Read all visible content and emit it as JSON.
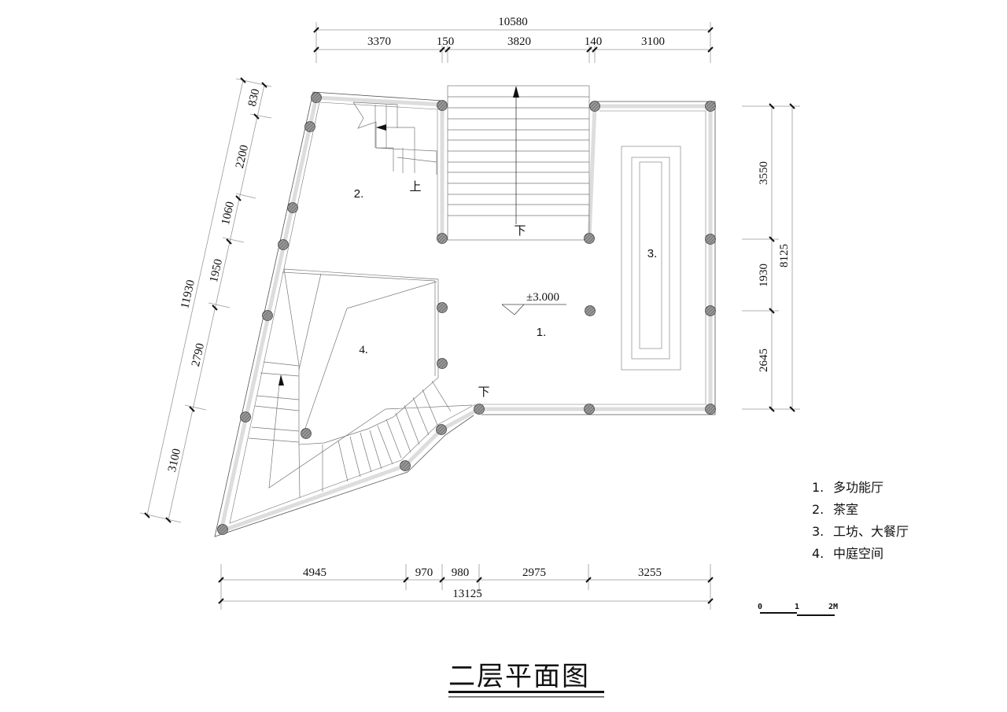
{
  "drawing": {
    "title": "二层平面图",
    "elevation_mark": "±3.000"
  },
  "dimensions": {
    "top_total": "10580",
    "top_segments": [
      "3370",
      "150",
      "3820",
      "140",
      "3100"
    ],
    "bottom_segments": [
      "4945",
      "970",
      "980",
      "2975",
      "3255"
    ],
    "bottom_total": "13125",
    "right_segments": [
      "3550",
      "1930",
      "2645"
    ],
    "right_total": "8125",
    "left_segments": [
      "830",
      "2200",
      "1060",
      "1950",
      "2790",
      "3100"
    ],
    "left_total": "11930"
  },
  "rooms": {
    "r1": "1.",
    "r2": "2.",
    "r3": "3.",
    "r4": "4."
  },
  "stair_labels": {
    "up": "上",
    "down_main": "下",
    "down_curved": "下"
  },
  "legend": {
    "items": [
      {
        "num": "1.",
        "label": "多功能厅"
      },
      {
        "num": "2.",
        "label": "茶室"
      },
      {
        "num": "3.",
        "label": "工坊、大餐厅"
      },
      {
        "num": "4.",
        "label": "中庭空间"
      }
    ]
  },
  "scale_bar": {
    "labels": [
      "0",
      "1",
      "2M"
    ]
  },
  "colors": {
    "line": "#333333",
    "wall_fill": "#dddddd",
    "column_fill": "#888888"
  }
}
